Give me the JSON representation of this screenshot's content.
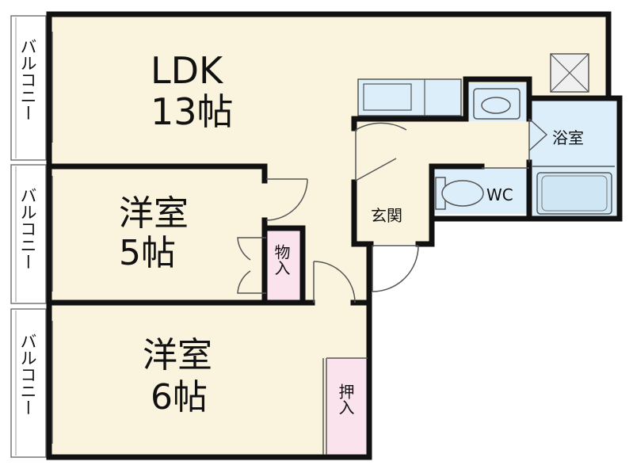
{
  "title": "",
  "colors": {
    "floor": "#faf3dd",
    "wall": "#111111",
    "closet": "#fbe3ee",
    "bath": "#dceefa",
    "balcony": "#ffffff"
  },
  "rooms": {
    "ldk": {
      "name": "LDK",
      "size": "13帖"
    },
    "western1": {
      "name": "洋室",
      "size": "5帖"
    },
    "western2": {
      "name": "洋室",
      "size": "6帖"
    },
    "entrance": "玄関",
    "bath": "浴室",
    "toilet": "WC",
    "storage": "物入",
    "closet": "押入"
  },
  "balconies": [
    "バルコニー",
    "バルコニー",
    "バルコニー"
  ]
}
